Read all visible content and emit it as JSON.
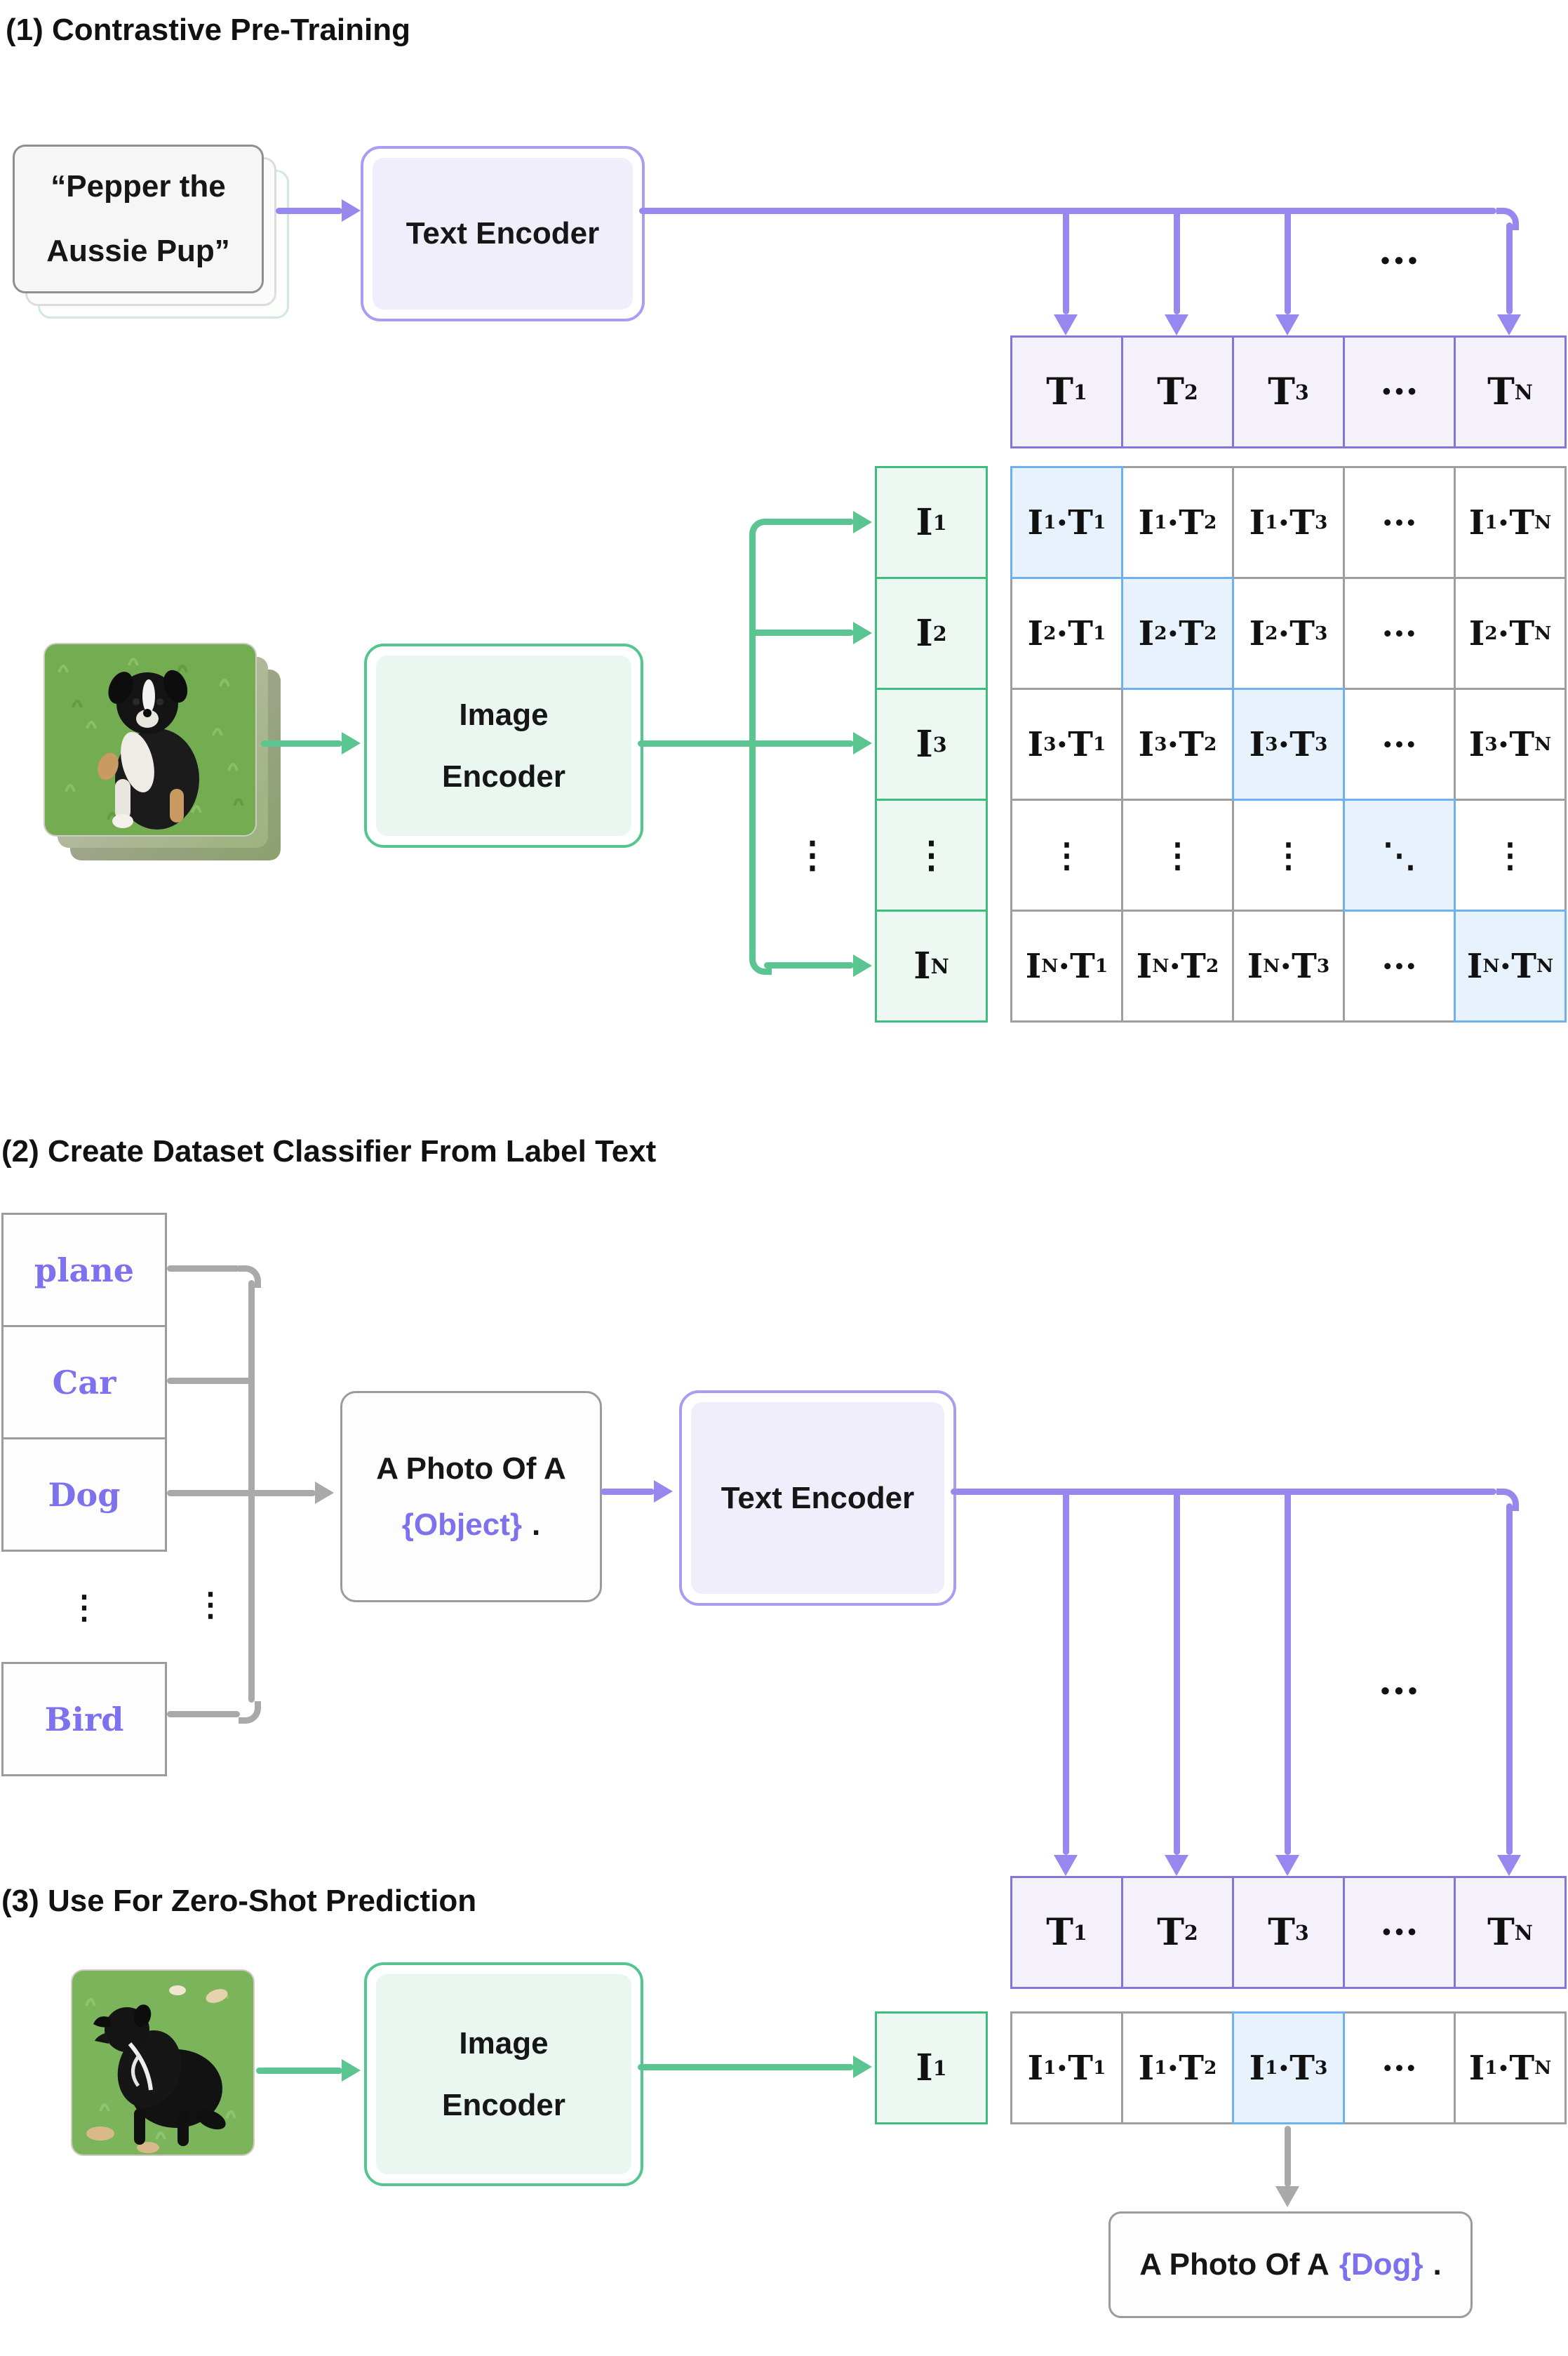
{
  "sections": [
    {
      "title": "(1) Contrastive Pre-Training"
    },
    {
      "title": "(2) Create Dataset Classifier From Label Text"
    },
    {
      "title": "(3) Use For Zero-Shot Prediction"
    }
  ],
  "pepper_card": {
    "line1": "“Pepper the",
    "line2": "Aussie Pup”"
  },
  "encoders": {
    "text_label": "Text Encoder",
    "image_line1": "Image",
    "image_line2": "Encoder"
  },
  "class_labels": [
    "plane",
    "Car",
    "Dog",
    "⋮",
    "Bird"
  ],
  "prompt_template": {
    "prefix": "A Photo Of A",
    "object": "{Object}",
    "period": "."
  },
  "result": {
    "prefix": "A Photo Of A",
    "object": "{Dog}",
    "period": "."
  },
  "dots": {
    "h": "···",
    "v": "⋮"
  },
  "grids": {
    "t_row": [
      "T_1",
      "T_2",
      "T_3",
      "···",
      "T_N"
    ],
    "i_col": [
      "I_1",
      "I_2",
      "I_3",
      "⋮",
      "I_N"
    ],
    "matrix_rows": [
      [
        "I_1·T_1",
        "I_1·T_2",
        "I_1·T_3",
        "···",
        "I_1·T_N"
      ],
      [
        "I_2·T_1",
        "I_2·T_2",
        "I_2·T_3",
        "···",
        "I_2·T_N"
      ],
      [
        "I_3·T_1",
        "I_3·T_2",
        "I_3·T_3",
        "···",
        "I_3·T_N"
      ],
      [
        "⋮",
        "⋮",
        "⋮",
        "⋱",
        "⋮"
      ],
      [
        "I_N·T_1",
        "I_N·T_2",
        "I_N·T_3",
        "···",
        "I_N·T_N"
      ]
    ],
    "i1": [
      "I_1"
    ],
    "zero_shot_row": [
      "I_1·T_1",
      "I_1·T_2",
      "I_1·T_3",
      "···",
      "I_1·T_N"
    ]
  },
  "colors": {
    "purple": "#9688ee",
    "tborder": "#8376db",
    "tfill": "#f4f1fb",
    "encpb": "#a89df2",
    "encpf": "#f1eefb",
    "green": "#5bc592",
    "iborder": "#3ebd80",
    "ifill": "#edf8f2",
    "encgb": "#53c690",
    "encgf": "#eaf7f0",
    "gray": "#9b9b9b",
    "grayline": "#a9a9a9",
    "cellborder": "#9e9e9e",
    "hlborder": "#6db1f0",
    "hlfill": "#e8f2fc",
    "lpurple": "#7e71ee"
  }
}
